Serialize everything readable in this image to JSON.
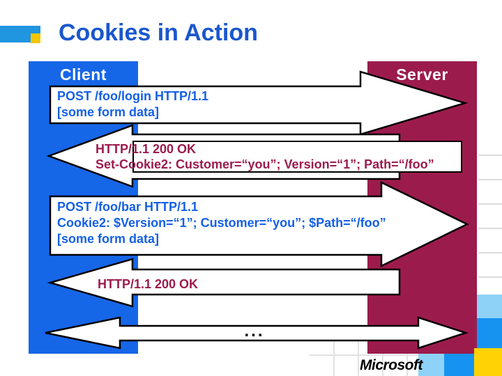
{
  "title": {
    "text": "Cookies in Action"
  },
  "panels": {
    "client_label": "Client",
    "server_label": "Server"
  },
  "messages": [
    {
      "id": "request-login",
      "direction": "client-to-server",
      "lines": [
        "POST /foo/login HTTP/1.1",
        "[some form data]"
      ]
    },
    {
      "id": "response-set-cookie",
      "direction": "server-to-client",
      "lines": [
        "HTTP/1.1 200 OK",
        "Set-Cookie2: Customer=“you”; Version=“1”; Path=“/foo”"
      ]
    },
    {
      "id": "request-with-cookie",
      "direction": "client-to-server",
      "lines": [
        "POST /foo/bar HTTP/1.1",
        "Cookie2: $Version=“1”; Customer=“you”; $Path=“/foo”",
        "[some form data]"
      ]
    },
    {
      "id": "response-ok",
      "direction": "server-to-client",
      "lines": [
        "HTTP/1.1 200 OK"
      ]
    },
    {
      "id": "continuation",
      "direction": "both",
      "lines": [
        "..."
      ]
    }
  ],
  "footer": {
    "logo": "Microsoft"
  },
  "colors": {
    "client_panel": "#1666e8",
    "server_panel": "#9c1b4d",
    "title_text": "#1a57ce",
    "client_message_text": "#1560e6",
    "server_message_text": "#9c1b4d",
    "marker_blue": "#2095e0",
    "marker_yellow": "#f3c402",
    "corner_light_blue": "#8fd2f8",
    "corner_blue": "#1693f0",
    "corner_yellow": "#ffd205"
  }
}
